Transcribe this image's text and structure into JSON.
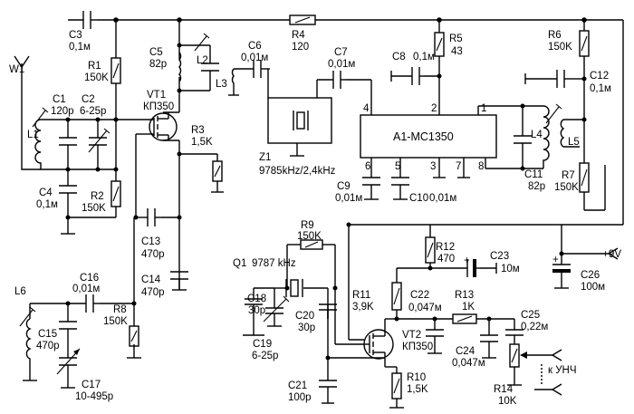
{
  "title": "",
  "components": {
    "C1": {
      "ref": "C1",
      "value": "120p"
    },
    "C2": {
      "ref": "C2",
      "value": "6-25p"
    },
    "C3": {
      "ref": "C3",
      "value": "0,1м"
    },
    "C4": {
      "ref": "C4",
      "value": "0,1м"
    },
    "C5": {
      "ref": "C5",
      "value": "82p"
    },
    "C6": {
      "ref": "C6",
      "value": "0,01м"
    },
    "C7": {
      "ref": "C7",
      "value": "0,01м"
    },
    "C8": {
      "ref": "C8",
      "value": "0,1м"
    },
    "C9": {
      "ref": "C9",
      "value": "0,01м"
    },
    "C10": {
      "ref": "C10",
      "value": "0,01м"
    },
    "C11": {
      "ref": "C11",
      "value": "82p"
    },
    "C12": {
      "ref": "C12",
      "value": "0,1м"
    },
    "C13": {
      "ref": "C13",
      "value": "470p"
    },
    "C14": {
      "ref": "C14",
      "value": "470p"
    },
    "C15": {
      "ref": "C15",
      "value": "470p"
    },
    "C16": {
      "ref": "C16",
      "value": "0,01м"
    },
    "C17": {
      "ref": "C17",
      "value": "10-495p"
    },
    "C18": {
      "ref": "C18",
      "value": "30p"
    },
    "C19": {
      "ref": "C19",
      "value": "6-25p"
    },
    "C20": {
      "ref": "C20",
      "value": "30p"
    },
    "C21": {
      "ref": "C21",
      "value": "100p"
    },
    "C22": {
      "ref": "C22",
      "value": "0,047м"
    },
    "C23": {
      "ref": "C23",
      "value": "10м"
    },
    "C24": {
      "ref": "C24",
      "value": "0,047м"
    },
    "C25": {
      "ref": "C25",
      "value": "0,22м"
    },
    "C26": {
      "ref": "C26",
      "value": "100м"
    },
    "R1": {
      "ref": "R1",
      "value": "150K"
    },
    "R2": {
      "ref": "R2",
      "value": "150K"
    },
    "R3": {
      "ref": "R3",
      "value": "1,5K"
    },
    "R4": {
      "ref": "R4",
      "value": "120"
    },
    "R5": {
      "ref": "R5",
      "value": "43"
    },
    "R6": {
      "ref": "R6",
      "value": "150K"
    },
    "R7": {
      "ref": "R7",
      "value": "150K"
    },
    "R8": {
      "ref": "R8",
      "value": "150K"
    },
    "R9": {
      "ref": "R9",
      "value": "150K"
    },
    "R10": {
      "ref": "R10",
      "value": "1,5K"
    },
    "R11": {
      "ref": "R11",
      "value": "3,9K"
    },
    "R12": {
      "ref": "R12",
      "value": "470"
    },
    "R13": {
      "ref": "R13",
      "value": "1K"
    },
    "R14": {
      "ref": "R14",
      "value": "10K"
    },
    "L1": {
      "ref": "L1"
    },
    "L2": {
      "ref": "L2"
    },
    "L3": {
      "ref": "L3"
    },
    "L4": {
      "ref": "L4"
    },
    "L5": {
      "ref": "L5"
    },
    "L6": {
      "ref": "L6"
    },
    "VT1": {
      "ref": "VT1",
      "value": "КП350"
    },
    "VT2": {
      "ref": "VT2",
      "value": "КП350"
    },
    "Z1": {
      "ref": "Z1",
      "value": "9785kHz/2,4kHz"
    },
    "Q1": {
      "ref": "Q1",
      "value": "9787 kHz"
    },
    "A1": {
      "ref": "A1-MC1350"
    },
    "W1": {
      "ref": "W1"
    }
  },
  "ic_pins": [
    "4",
    "2",
    "1",
    "6",
    "5",
    "3",
    "7",
    "8"
  ],
  "supply": {
    "label": "+9V"
  },
  "output": {
    "label": "к УНЧ"
  },
  "polarity_mark": "+"
}
